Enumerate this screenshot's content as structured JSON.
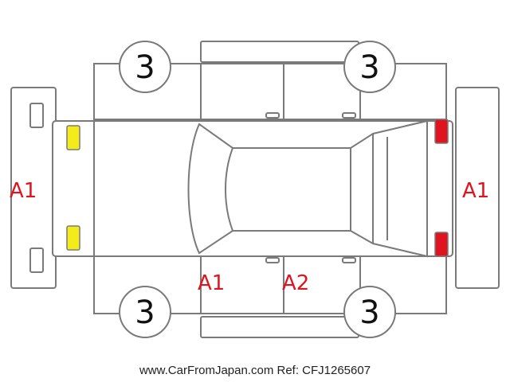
{
  "colors": {
    "outline": "#7a7a7a",
    "damage_label": "#e0141e",
    "front_lamp": "#f4ec1a",
    "rear_lamp": "#e0141e"
  },
  "labels": {
    "front_bumper": "A1",
    "rear_bumper": "A1",
    "left_front_door": "A1",
    "left_rear_door": "A2"
  },
  "wheels": {
    "front_left": "3",
    "rear_left": "3",
    "front_right": "3",
    "rear_right": "3"
  },
  "footer": "www.CarFromJapan.com Ref: CFJ1265607"
}
